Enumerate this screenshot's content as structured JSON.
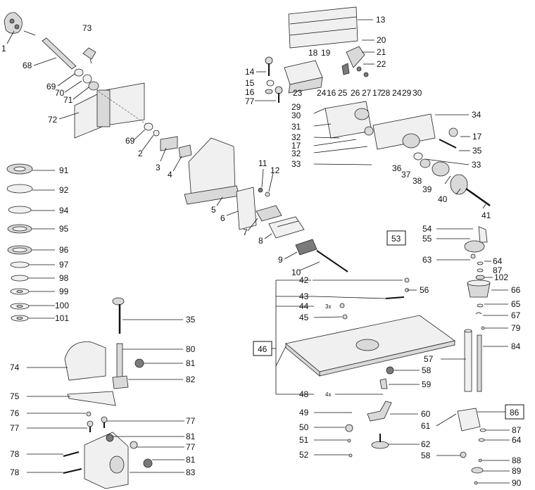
{
  "callouts": {
    "n1": "1",
    "n2": "2",
    "n3": "3",
    "n4": "4",
    "n5": "5",
    "n6": "6",
    "n7": "7",
    "n8": "8",
    "n9": "9",
    "n10": "10",
    "n11": "11",
    "n12": "12",
    "n13": "13",
    "n14": "14",
    "n15": "15",
    "n16": "16",
    "n16b": "16",
    "n17": "17",
    "n17b": "17",
    "n17c": "17",
    "n18": "18",
    "n19": "19",
    "n20": "20",
    "n21": "21",
    "n22": "22",
    "n23": "23",
    "n24": "24",
    "n24b": "24",
    "n25": "25",
    "n26": "26",
    "n27": "27",
    "n28": "28",
    "n29": "29",
    "n29b": "29",
    "n30": "30",
    "n30b": "30",
    "n31": "31",
    "n32": "32",
    "n32b": "32",
    "n33": "33",
    "n33b": "33",
    "n34": "34",
    "n35": "35",
    "n35b": "35",
    "n36": "36",
    "n37": "37",
    "n38": "38",
    "n39": "39",
    "n40": "40",
    "n41": "41",
    "n42": "42",
    "n43": "43",
    "n44": "44",
    "n45": "45",
    "n46": "46",
    "n48": "48",
    "n49": "49",
    "n50": "50",
    "n51": "51",
    "n52": "52",
    "n53": "53",
    "n54": "54",
    "n55": "55",
    "n56": "56",
    "n57": "57",
    "n58": "58",
    "n58b": "58",
    "n59": "59",
    "n60": "60",
    "n61": "61",
    "n62": "62",
    "n63": "63",
    "n64": "64",
    "n64b": "64",
    "n65": "65",
    "n66": "66",
    "n67": "67",
    "n68": "68",
    "n69": "69",
    "n69b": "69",
    "n70": "70",
    "n71": "71",
    "n72": "72",
    "n73": "73",
    "n74": "74",
    "n75": "75",
    "n76": "76",
    "n77": "77",
    "n77b": "77",
    "n77c": "77",
    "n77d": "77",
    "n78": "78",
    "n78b": "78",
    "n79": "79",
    "n80": "80",
    "n81": "81",
    "n81b": "81",
    "n81c": "81",
    "n82": "82",
    "n83": "83",
    "n84": "84",
    "n86": "86",
    "n87": "87",
    "n87b": "87",
    "n88": "88",
    "n89": "89",
    "n90": "90",
    "n91": "91",
    "n92": "92",
    "n94": "94",
    "n95": "95",
    "n96": "96",
    "n97": "97",
    "n98": "98",
    "n99": "99",
    "n100": "100",
    "n101": "101",
    "n102": "102"
  },
  "quantities": {
    "q3x": "3x",
    "q4x": "4x"
  }
}
